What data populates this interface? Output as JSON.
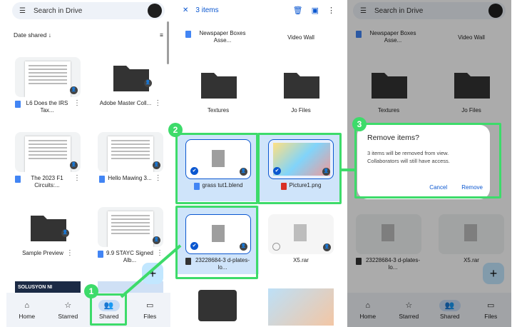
{
  "p1": {
    "search": "Search in Drive",
    "sort_label": "Date shared",
    "tiles": [
      {
        "name": "L6 Does the IRS Tax...",
        "type": "doc"
      },
      {
        "name": "Adobe Master Coll...",
        "type": "folder"
      },
      {
        "name": "The 2023 F1 Circuits:...",
        "type": "doc"
      },
      {
        "name": "Hello Mawing 3...",
        "type": "doc"
      },
      {
        "name": "Sample Preview",
        "type": "folder"
      },
      {
        "name": "9.9 STAYC Signed Alb...",
        "type": "doc"
      }
    ],
    "partial_text": "SOLUSYON NI",
    "nav": [
      "Home",
      "Starred",
      "Shared",
      "Files"
    ]
  },
  "p2": {
    "title": "3 items",
    "tiles": [
      {
        "name": "Newspaper Boxes Asse..."
      },
      {
        "name": "Video Wall"
      },
      {
        "name": "Textures"
      },
      {
        "name": "Jo Files"
      },
      {
        "name": "grass tut1.blend"
      },
      {
        "name": "Picture1.png"
      },
      {
        "name": "23228684-3 d-plates-lo..."
      },
      {
        "name": "X5.rar"
      }
    ]
  },
  "p3": {
    "search": "Search in Drive",
    "tiles": [
      {
        "name": "Newspaper Boxes Asse..."
      },
      {
        "name": "Video Wall"
      },
      {
        "name": "Textures"
      },
      {
        "name": "Jo Files"
      },
      {
        "name": "23228684-3 d-plates-lo..."
      },
      {
        "name": "X5.rar"
      }
    ],
    "dialog": {
      "title": "Remove items?",
      "body": "3 items will be removed from view. Collaborators will still have access.",
      "cancel": "Cancel",
      "remove": "Remove"
    },
    "nav": [
      "Home",
      "Starred",
      "Shared",
      "Files"
    ]
  },
  "callouts": [
    "1",
    "2",
    "3"
  ]
}
